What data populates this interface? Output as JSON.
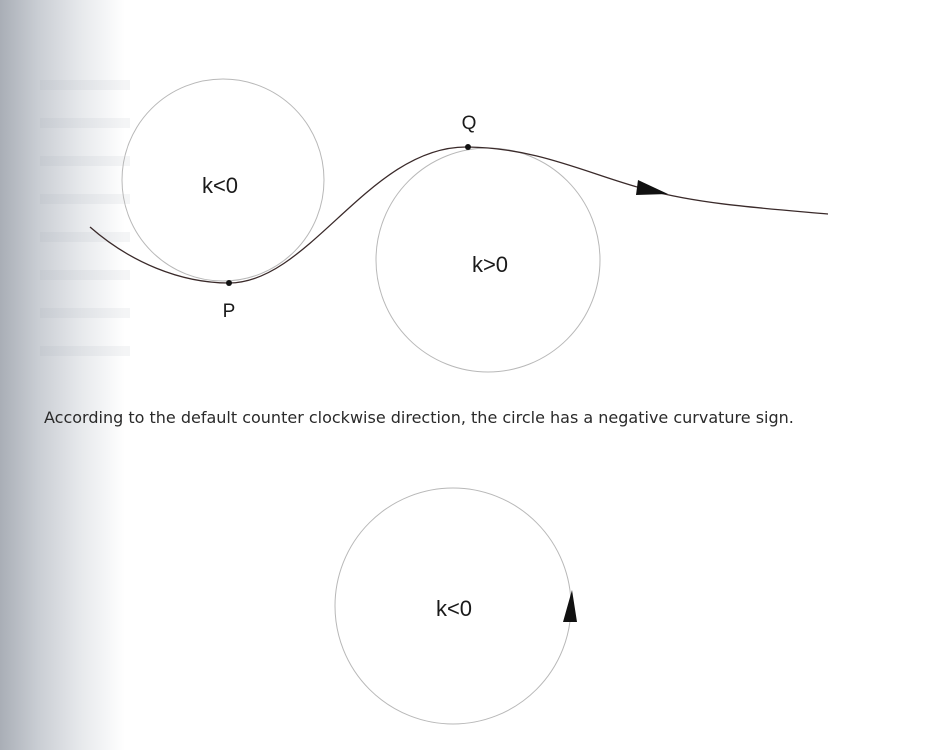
{
  "figure_top": {
    "label_left_circle": "k<0",
    "label_right_circle": "k>0",
    "point_p": "P",
    "point_q": "Q"
  },
  "caption": "According to the default counter clockwise direction, the circle has a negative curvature sign.",
  "figure_bottom": {
    "label_circle": "k<0"
  },
  "colors": {
    "curve": "#3a2a2a",
    "circle": "#b8b8b8",
    "arrow": "#111111",
    "text": "#1a1a1a"
  }
}
